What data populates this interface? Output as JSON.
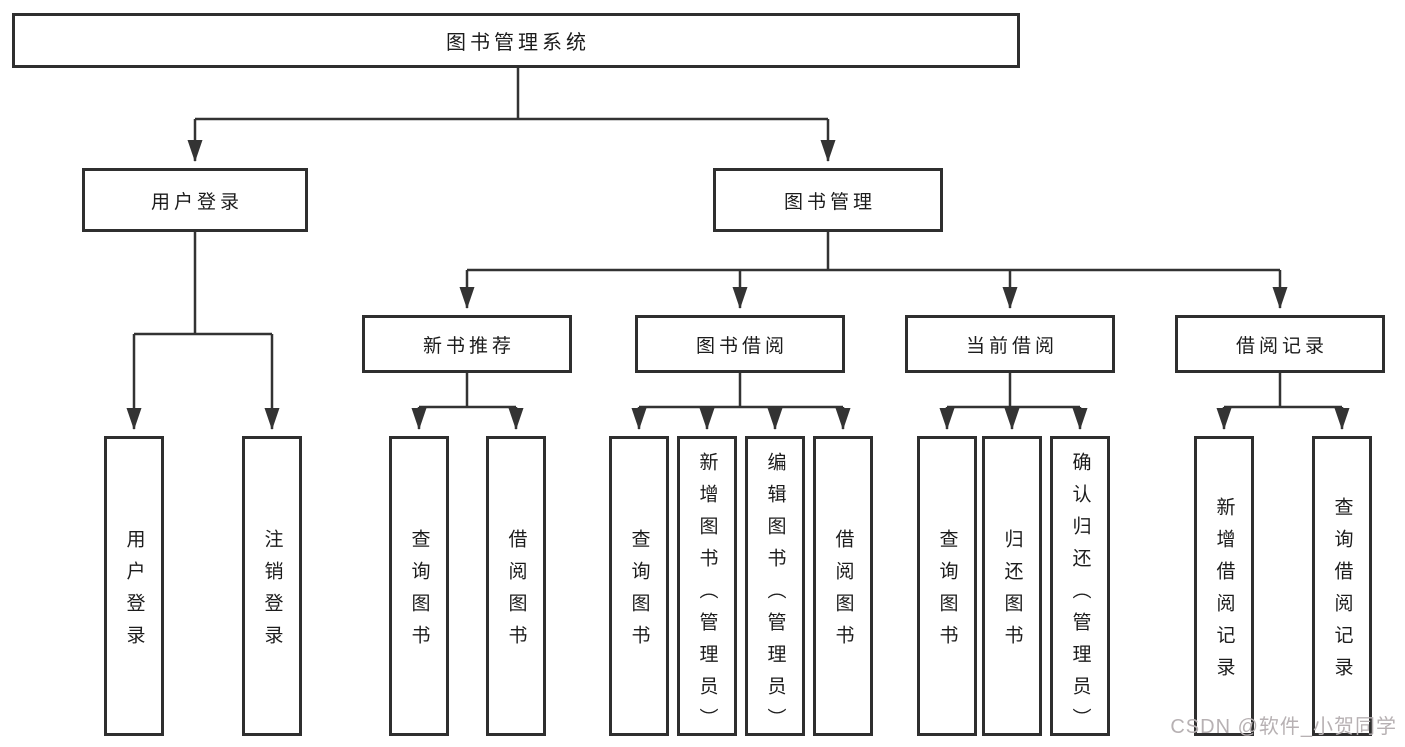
{
  "tree": {
    "root": "图书管理系统",
    "user_login": {
      "label": "用户登录",
      "children": [
        "用户登录",
        "注销登录"
      ]
    },
    "book_mgmt": {
      "label": "图书管理",
      "children": [
        {
          "label": "新书推荐",
          "children": [
            "查询图书",
            "借阅图书"
          ]
        },
        {
          "label": "图书借阅",
          "children": [
            "查询图书",
            "新增图书（管理员）",
            "编辑图书（管理员）",
            "借阅图书"
          ]
        },
        {
          "label": "当前借阅",
          "children": [
            "查询图书",
            "归还图书",
            "确认归还（管理员）"
          ]
        },
        {
          "label": "借阅记录",
          "children": [
            "新增借阅记录",
            "查询借阅记录"
          ]
        }
      ]
    }
  },
  "watermark": "CSDN @软件_小贺同学",
  "colors": {
    "line": "#333333",
    "border": "#2f2f2f",
    "text": "#1c1c1c",
    "watermark": "#b7b1b3",
    "background": "#ffffff"
  }
}
